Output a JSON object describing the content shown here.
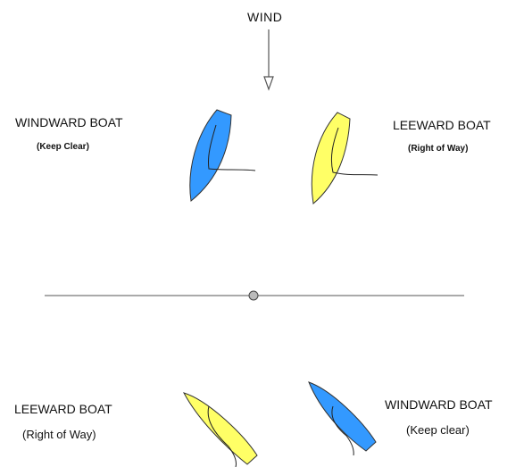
{
  "wind": {
    "label": "WIND"
  },
  "top_pair": {
    "windward": {
      "title": "WINDWARD BOAT",
      "status": "(Keep Clear)"
    },
    "leeward": {
      "title": "LEEWARD BOAT",
      "status": "(Right of Way)"
    }
  },
  "bottom_pair": {
    "leeward": {
      "title": "LEEWARD BOAT",
      "status": "(Right of Way)"
    },
    "windward": {
      "title": "WINDWARD BOAT",
      "status": "(Keep clear)"
    }
  },
  "colors": {
    "windward_boat": "#3399ff",
    "leeward_boat": "#ffff66",
    "outline": "#333333",
    "divider": "#555555",
    "marker": "#bbbbbb"
  }
}
